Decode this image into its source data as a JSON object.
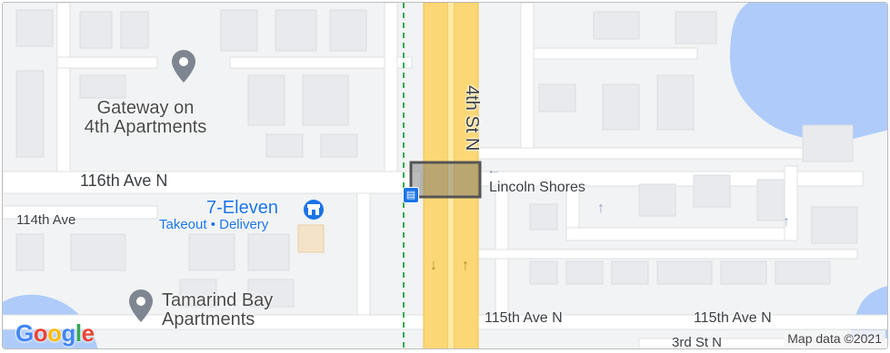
{
  "map": {
    "roads": {
      "main_st": "4th St N",
      "ave_116": "116th Ave N",
      "ave_114": "114th Ave",
      "ave_115_left": "115th Ave N",
      "ave_115_right": "115th Ave N",
      "st_3rd": "3rd St N"
    },
    "places": {
      "gateway": {
        "name": "Gateway on\n4th Apartments",
        "icon": "location-pin-icon"
      },
      "tamarind": {
        "name": "Tamarind Bay\nApartments",
        "icon": "location-pin-icon"
      },
      "seven_eleven": {
        "name": "7-Eleven",
        "subtitle": "Takeout • Delivery",
        "icon": "store-icon"
      },
      "lincoln_shores": {
        "name": "Lincoln Shores"
      }
    },
    "google_logo": "Google",
    "attribution": "Map data ©2021",
    "colors": {
      "water": "#aecbfa",
      "highway": "#fbd775",
      "highlight": "#6b6b6b"
    }
  }
}
